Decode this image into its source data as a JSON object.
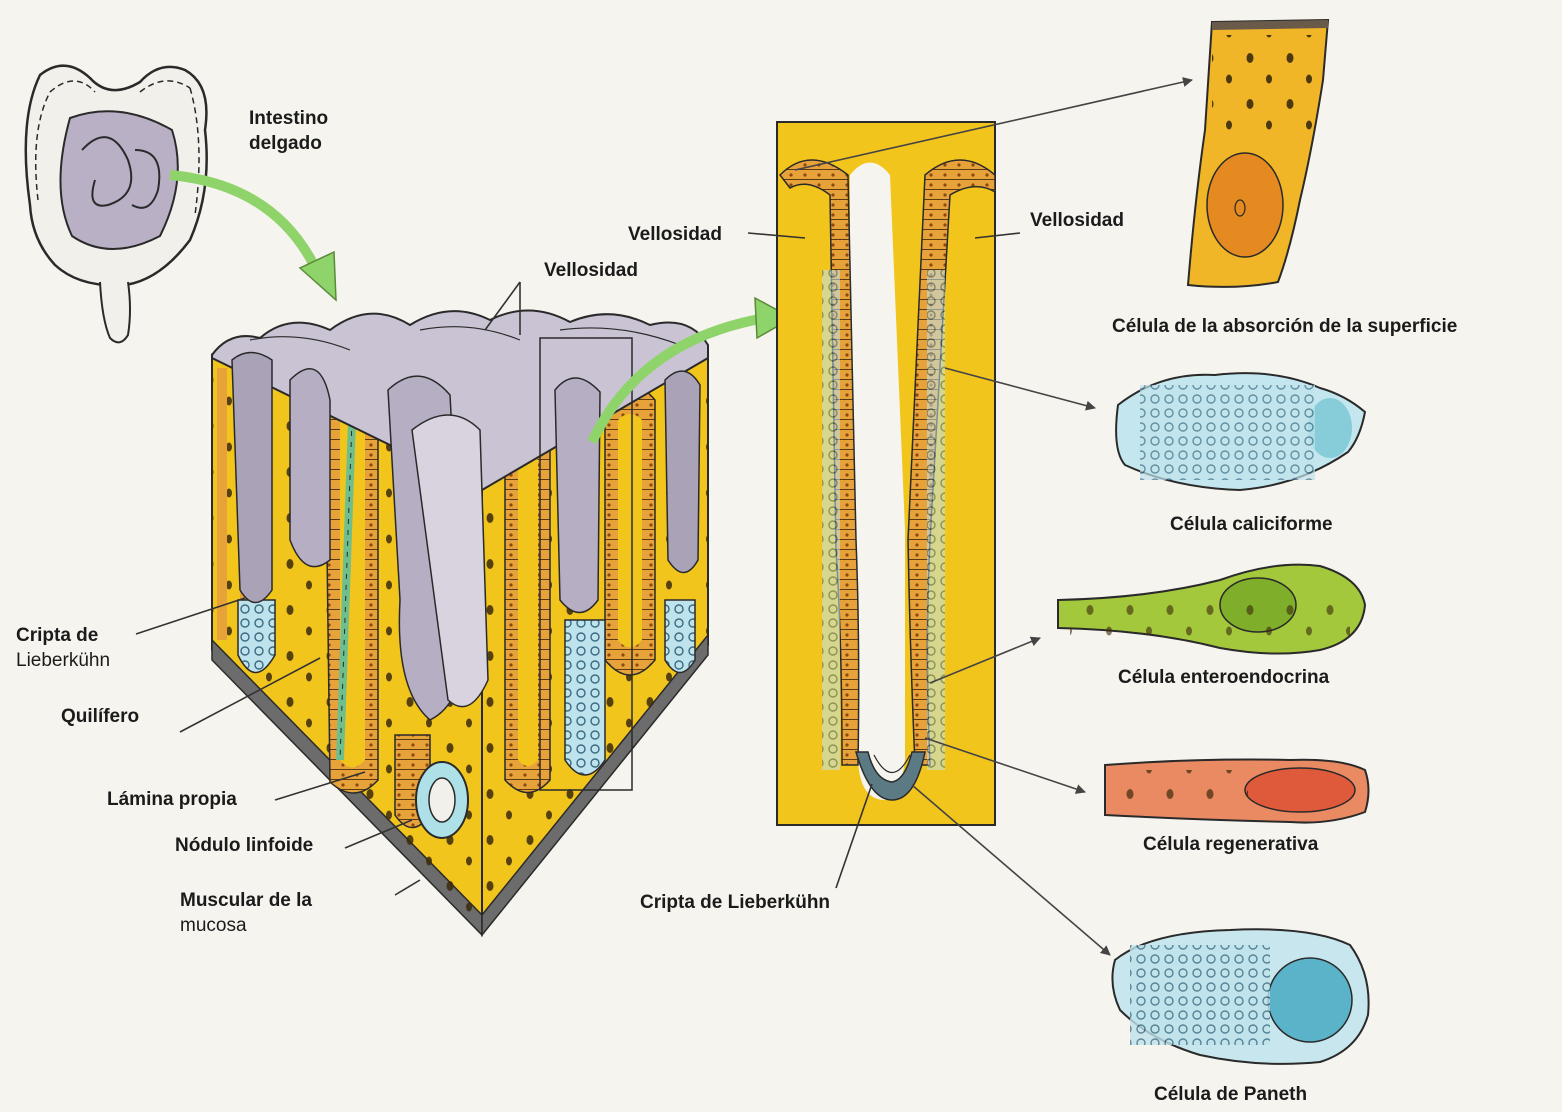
{
  "labels": {
    "intestino_l1": "Intestino",
    "intestino_l2": "delgado",
    "vellosidad_block": "Vellosidad",
    "vellosidad_left": "Vellosidad",
    "vellosidad_right": "Vellosidad",
    "cripta_l1": "Cripta de",
    "cripta_l2": "Lieberkühn",
    "quilifero": "Quilífero",
    "lamina_propia": "Lámina propia",
    "nodulo_linfoide": "Nódulo linfoide",
    "muscular_l1": "Muscular de la",
    "muscular_l2": "mucosa",
    "cripta_center": "Cripta de Lieberkühn",
    "cell_absorcion": "Célula de la absorción de la superficie",
    "cell_caliciforme": "Célula caliciforme",
    "cell_enteroendocrina": "Célula enteroendocrina",
    "cell_regenerativa": "Célula regenerativa",
    "cell_paneth": "Célula de Paneth"
  },
  "colors": {
    "background": "#f6f4ee",
    "lamina_propia_yellow": "#f2c51c",
    "epithelium_orange": "#e8a23a",
    "villus_surface_purple": "#bcb6c6",
    "lacteal_green": "#7ed3a8",
    "arrow_green": "#8fd46a",
    "goblet_cell_blue": "#a8dde6",
    "enteroendocrine_green": "#a3c83c",
    "regenerative_red": "#e98a62",
    "paneth_nucleus": "#5ab3c9"
  }
}
